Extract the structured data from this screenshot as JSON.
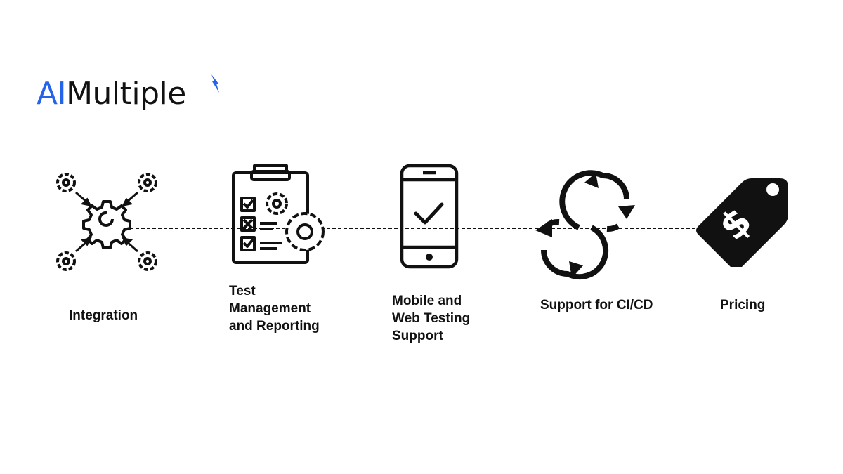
{
  "logo": {
    "prefix": "AI",
    "suffix": "Multiple"
  },
  "colors": {
    "accent": "#2563eb",
    "ink": "#111111"
  },
  "steps": [
    {
      "icon": "gears-integration-icon",
      "label": "Integration"
    },
    {
      "icon": "clipboard-checklist-gear-icon",
      "label": "Test\nManagement\nand Reporting"
    },
    {
      "icon": "smartphone-checkmark-icon",
      "label": "Mobile and\nWeb Testing\nSupport"
    },
    {
      "icon": "cycle-arrows-icon",
      "label": "Support for CI/CD"
    },
    {
      "icon": "dollar-price-tag-icon",
      "label": "Pricing"
    }
  ]
}
